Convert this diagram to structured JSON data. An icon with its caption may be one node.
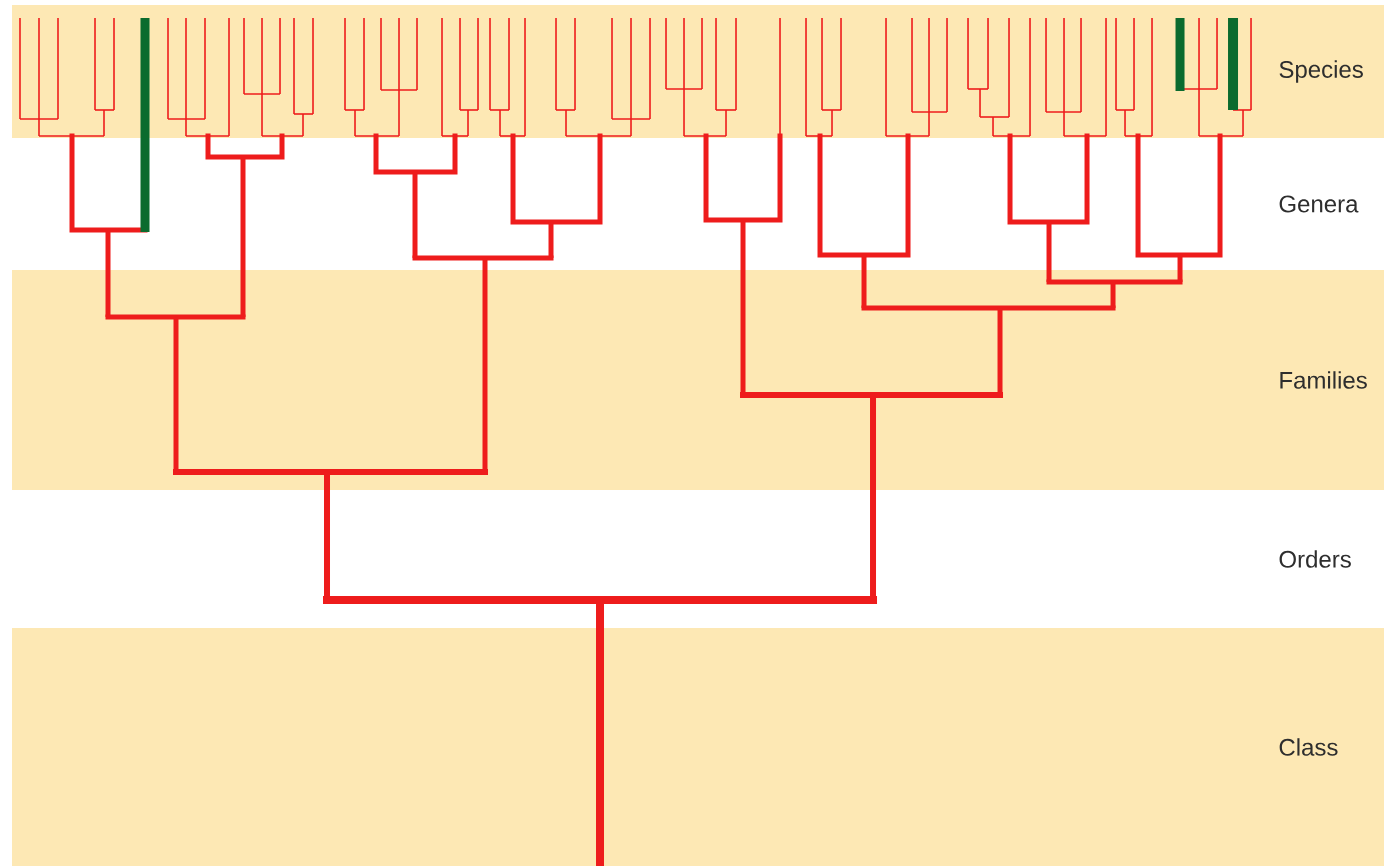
{
  "diagram": {
    "nodes": [
      {
        "text": [
          "Species"
        ]
      },
      {
        "text": [
          "Genera"
        ]
      },
      {
        "text": [
          "Families"
        ]
      },
      {
        "text": [
          "Orders"
        ]
      },
      {
        "text": [
          "Class"
        ]
      }
    ]
  }
}
